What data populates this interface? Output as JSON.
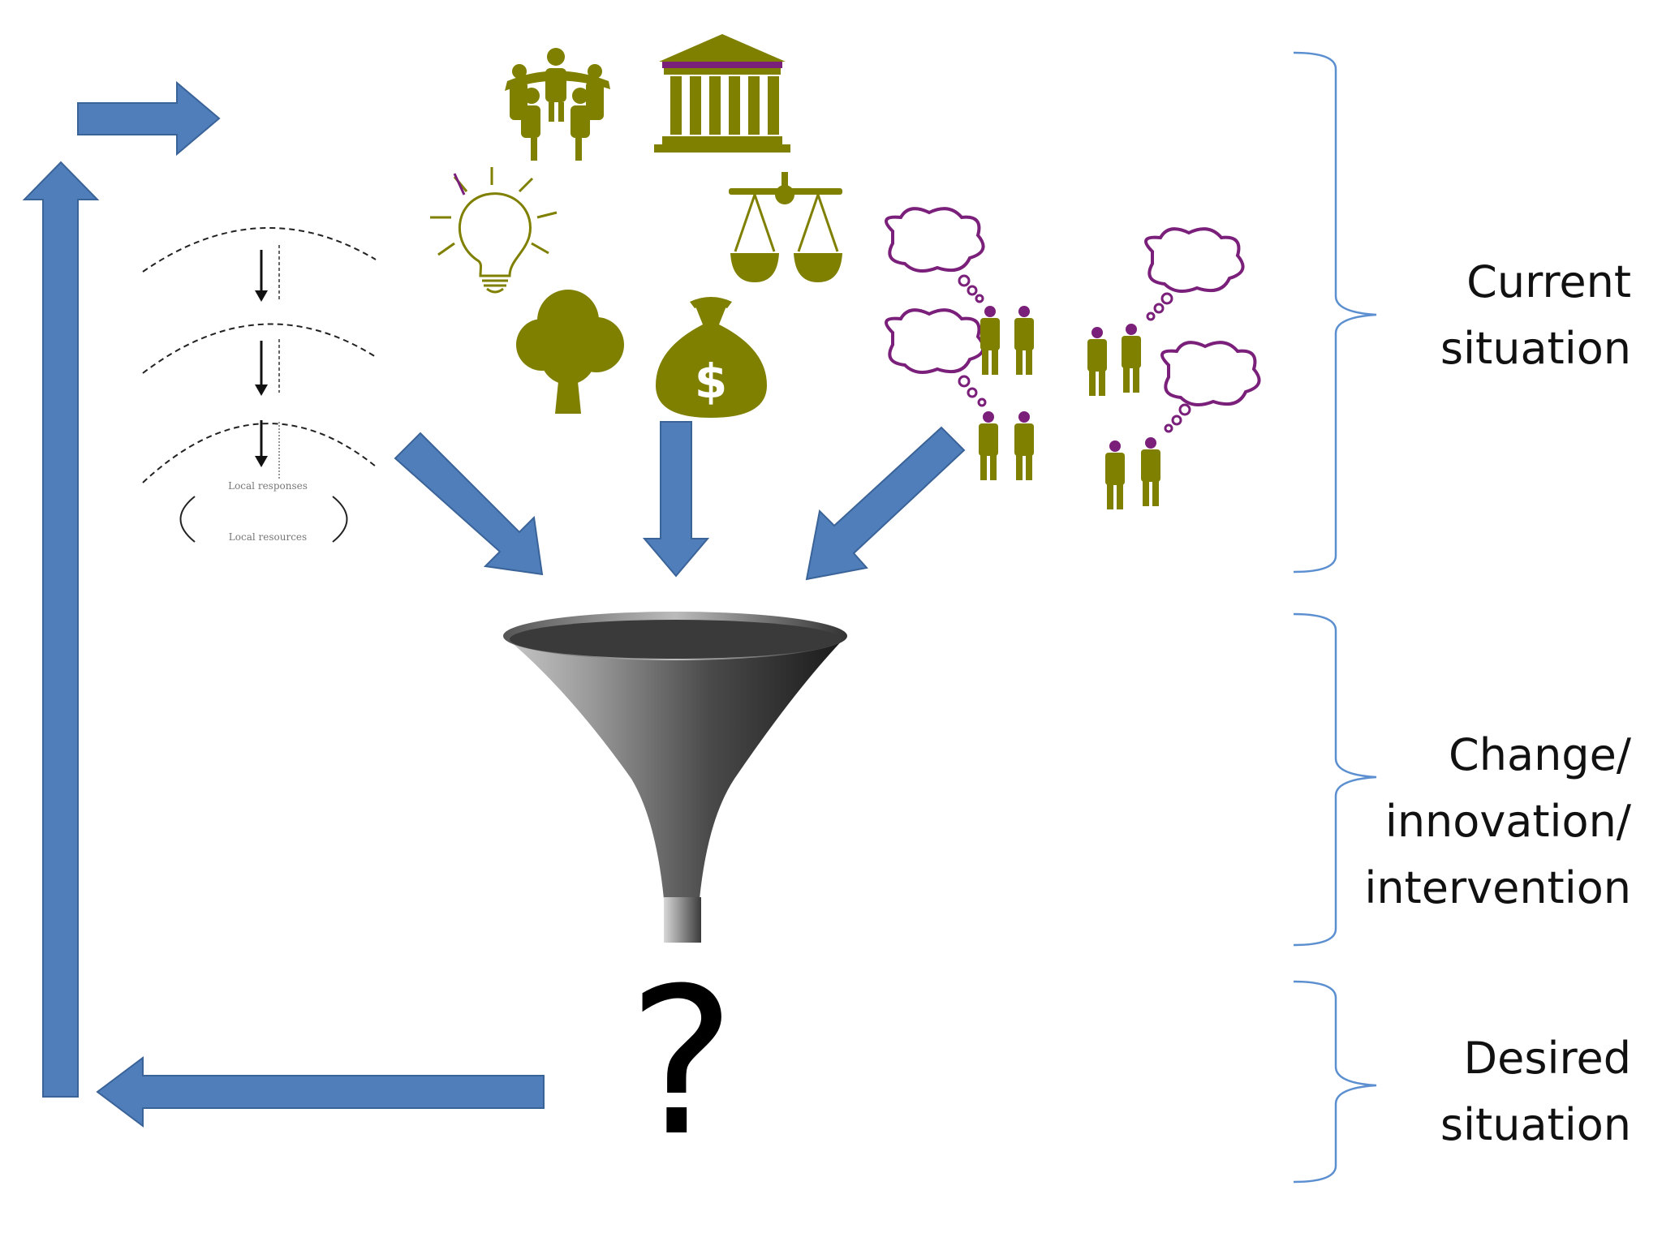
{
  "stages": {
    "current": {
      "lines": [
        "Current",
        "situation"
      ]
    },
    "change": {
      "lines": [
        "Change/",
        "innovation/",
        "intervention"
      ]
    },
    "desired": {
      "lines": [
        "Desired",
        "situation"
      ]
    }
  },
  "outcome_symbol": "?",
  "inset": {
    "top_label": "Local responses",
    "bottom_label": "Local resources"
  },
  "icons": [
    "community-circle-icon",
    "institution-building-icon",
    "lightbulb-icon",
    "justice-scale-icon",
    "tree-icon",
    "money-bag-icon",
    "people-thought-bubbles-icon",
    "funnel-icon"
  ],
  "colors": {
    "arrow_blue": "#4f7ebb",
    "arrow_outline": "#3a6398",
    "icon_olive": "#7f7f00",
    "bubble_purple": "#7a2a7a",
    "bracket_blue": "#5b8fd0"
  }
}
